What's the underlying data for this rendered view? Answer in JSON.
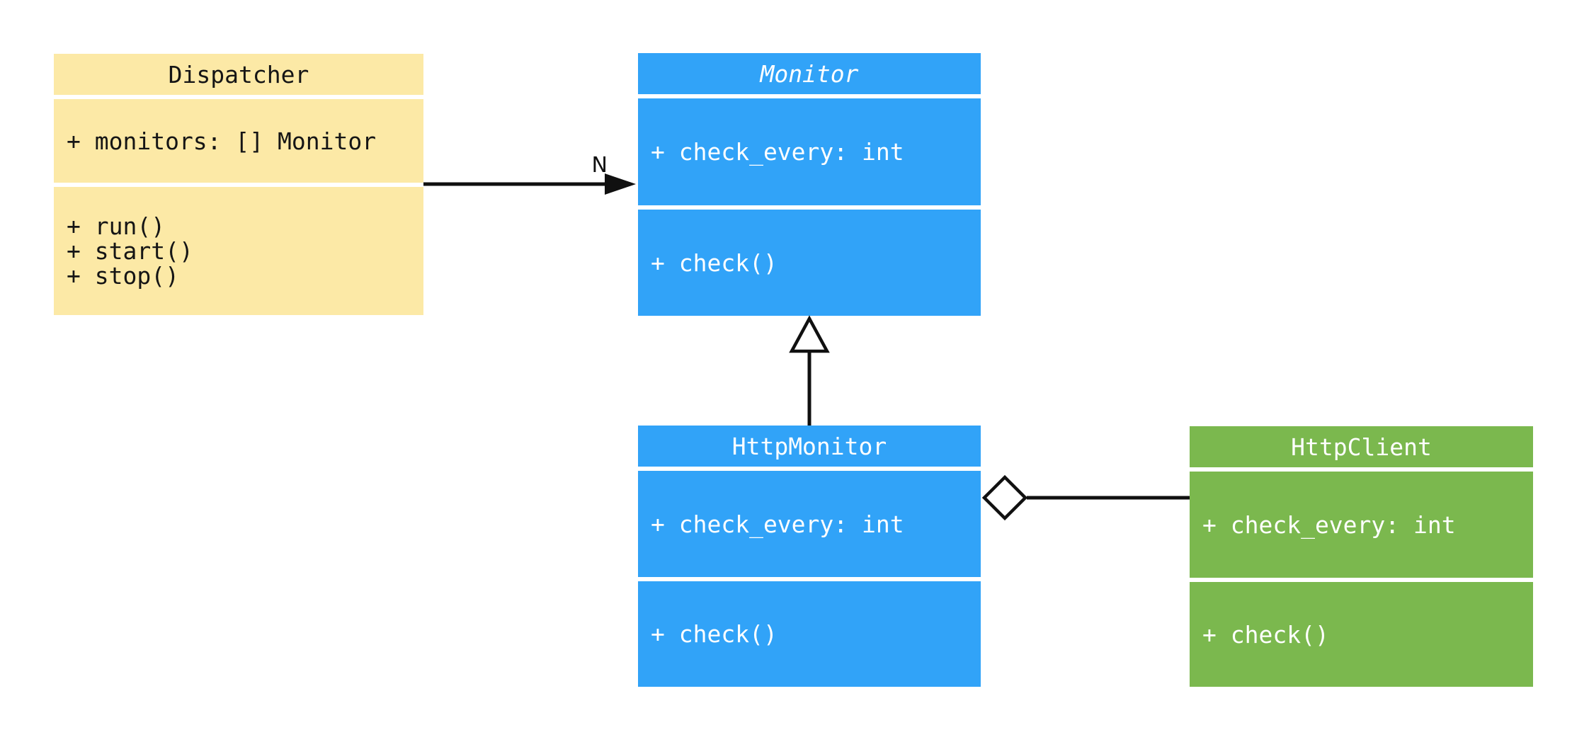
{
  "diagram": {
    "background": "#ffffff",
    "line_color": "#101010",
    "classes": [
      {
        "id": "dispatcher",
        "name": "Dispatcher",
        "abstract": false,
        "fill": "#FCE9A6",
        "text_color": "#151515",
        "attributes": [
          "+ monitors: [] Monitor"
        ],
        "methods": [
          "+ run()",
          "+ start()",
          "+ stop()"
        ]
      },
      {
        "id": "monitor",
        "name": "Monitor",
        "abstract": true,
        "fill": "#31A3F8",
        "text_color": "#ffffff",
        "attributes": [
          "+ check_every: int"
        ],
        "methods": [
          "+ check()"
        ]
      },
      {
        "id": "http-monitor",
        "name": "HttpMonitor",
        "abstract": false,
        "fill": "#31A3F8",
        "text_color": "#ffffff",
        "attributes": [
          "+ check_every: int"
        ],
        "methods": [
          "+ check()"
        ]
      },
      {
        "id": "http-client",
        "name": "HttpClient",
        "abstract": false,
        "fill": "#7BB84E",
        "text_color": "#ffffff",
        "attributes": [
          "+ check_every: int"
        ],
        "methods": [
          "+ check()"
        ]
      }
    ],
    "relations": [
      {
        "type": "association",
        "from": "Dispatcher",
        "to": "Monitor",
        "label": "N"
      },
      {
        "type": "generalization",
        "from": "HttpMonitor",
        "to": "Monitor",
        "label": ""
      },
      {
        "type": "aggregation",
        "from": "HttpMonitor",
        "to": "HttpClient",
        "label": ""
      }
    ]
  }
}
